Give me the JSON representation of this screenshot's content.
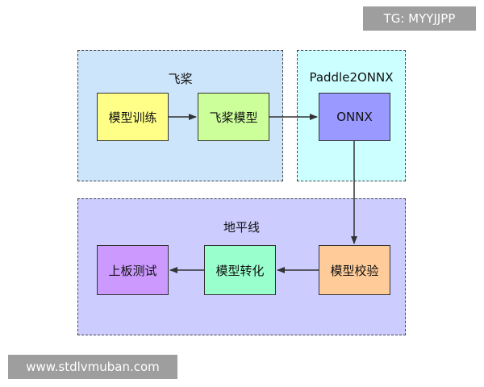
{
  "watermarks": {
    "top": "TG: MYYJJPP",
    "bottom": "www.stdlvmuban.com"
  },
  "regions": {
    "feijiang": {
      "title": "飞桨",
      "fill": "#cce5fb"
    },
    "paddle2onnx": {
      "title": "Paddle2ONNX",
      "fill": "#ccffff"
    },
    "dipingxian": {
      "title": "地平线",
      "fill": "#ccccff"
    }
  },
  "nodes": {
    "model_training": {
      "label": "模型训练",
      "fill": "#ffff88"
    },
    "feijiang_model": {
      "label": "飞桨模型",
      "fill": "#ccff99"
    },
    "onnx": {
      "label": "ONNX",
      "fill": "#9999ff"
    },
    "model_validation": {
      "label": "模型校验",
      "fill": "#ffcc99"
    },
    "model_conversion": {
      "label": "模型转化",
      "fill": "#99ffcc"
    },
    "board_test": {
      "label": "上板测试",
      "fill": "#cc99ff"
    }
  }
}
